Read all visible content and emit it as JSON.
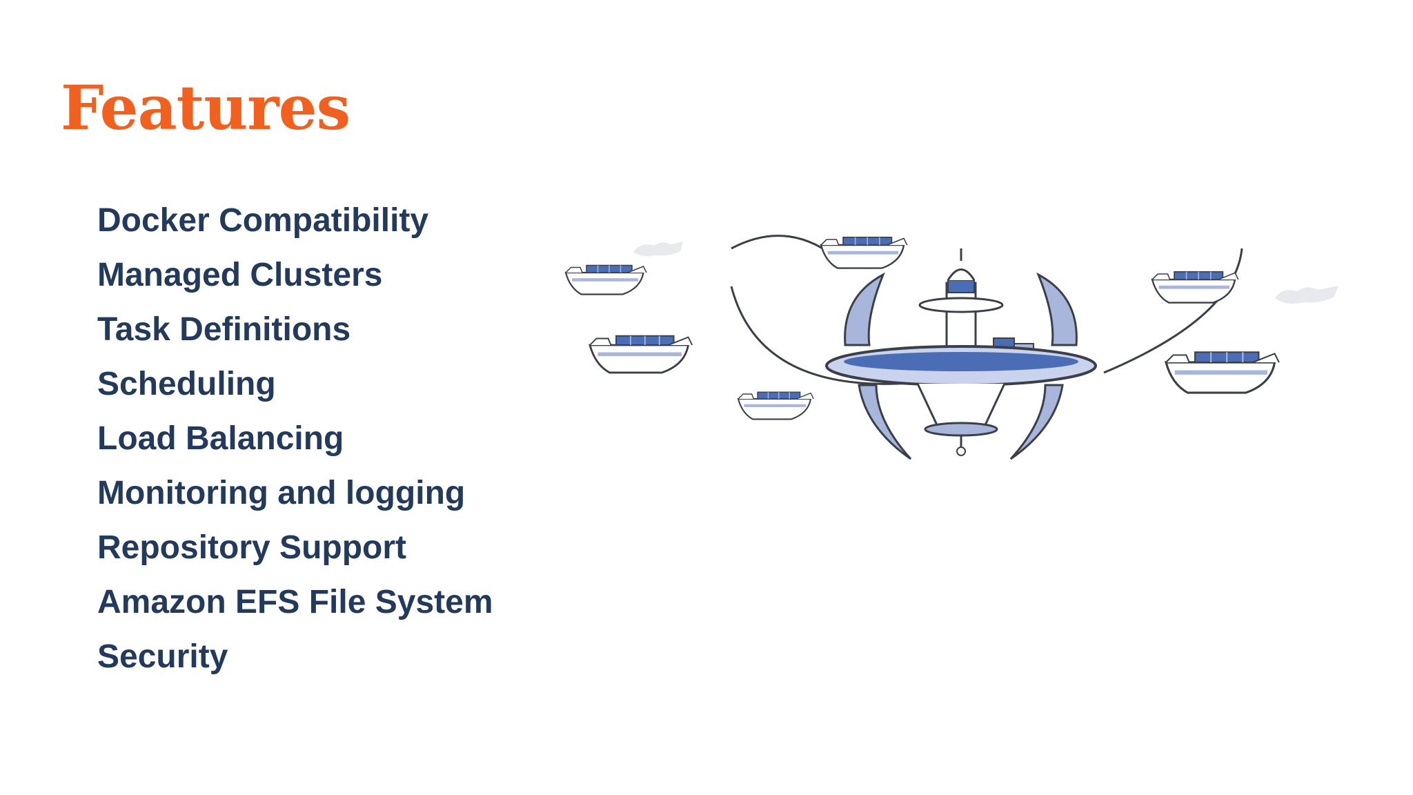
{
  "slide": {
    "title": "Features",
    "items": [
      "Docker Compatibility",
      "Managed Clusters",
      "Task Definitions",
      "Scheduling",
      "Load Balancing",
      "Monitoring and logging",
      "Repository Support",
      "Amazon EFS File System",
      "Security"
    ]
  },
  "colors": {
    "title": "#f2601f",
    "item_text": "#233a5c",
    "outline": "#3a3f48",
    "accent_blue": "#4a6db5",
    "light_blue": "#a9b6dc",
    "background": "#ffffff"
  },
  "illustration": {
    "icon": "container-port-illustration"
  }
}
